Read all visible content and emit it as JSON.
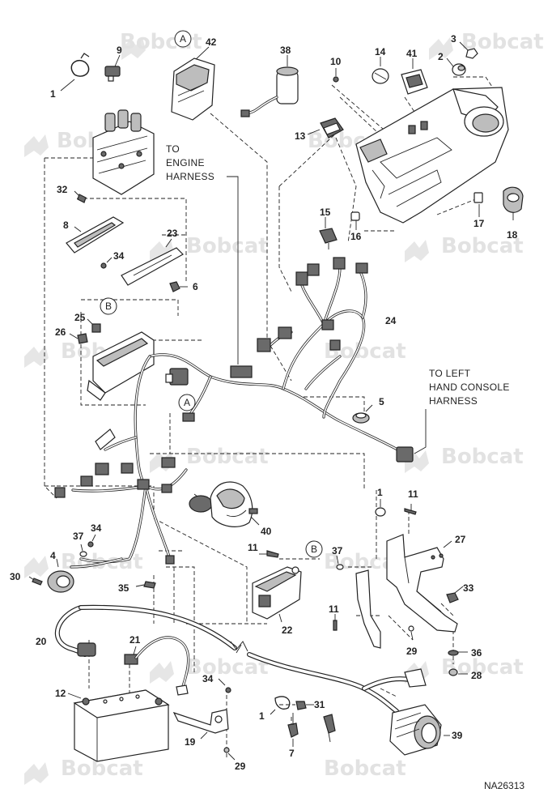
{
  "watermark": {
    "brand_text": "Bobcat",
    "brand_dot": "."
  },
  "notes": {
    "to_engine_harness_line1": "TO",
    "to_engine_harness_line2": "ENGINE",
    "to_engine_harness_line3": "HARNESS",
    "to_left_console_line1": "TO LEFT",
    "to_left_console_line2": "HAND CONSOLE",
    "to_left_console_line3": "HARNESS"
  },
  "circle_refs": {
    "a_top": "A",
    "a_mid": "A",
    "b_left": "B",
    "b_right": "B"
  },
  "callouts": {
    "c1_cable_tie": "1",
    "c9_connector": "9",
    "c42_module": "42",
    "c38_horn": "38",
    "c10_screw": "10",
    "c14_knob": "14",
    "c41_plate": "41",
    "c3_nut": "3",
    "c2_cap": "2",
    "c13_switch": "13",
    "c15_switch": "15",
    "c16_plug": "16",
    "c17_clip": "17",
    "c18_cover": "18",
    "c32_screw": "32",
    "c8_gasket": "8",
    "c23_bracket": "23",
    "c34_screw_top": "34",
    "c6_nut": "6",
    "c25_relay": "25",
    "c26_clip": "26",
    "c24_harness": "24",
    "c5_grommet": "5",
    "c1_pin_right": "1",
    "c11_pin_right": "11",
    "c27_bracket": "27",
    "c40_joystick": "40",
    "c37_washer": "37",
    "c34_screw_mid": "34",
    "c4_grommet": "4",
    "c30_screw": "30",
    "c35_screw": "35",
    "c11_screw_mid": "11",
    "c37_washer_right": "37",
    "c11_screw_low": "11",
    "c33_nut": "33",
    "c22_controller": "22",
    "c29_screw_mid": "29",
    "c36_washer": "36",
    "c28_screw": "28",
    "c20_cable": "20",
    "c21_connector": "21",
    "c12_battery": "12",
    "c34_screw_low": "34",
    "c1_tie_low": "1",
    "c31_nut": "31",
    "c19_bracket": "19",
    "c7_bolt": "7",
    "c29_screw_low": "29",
    "c39_starter": "39"
  },
  "drawing_code": "NA26313",
  "colors": {
    "line": "#222222",
    "watermark": "#e2e2e2",
    "background": "#ffffff",
    "shade": "#bdbdbd"
  }
}
